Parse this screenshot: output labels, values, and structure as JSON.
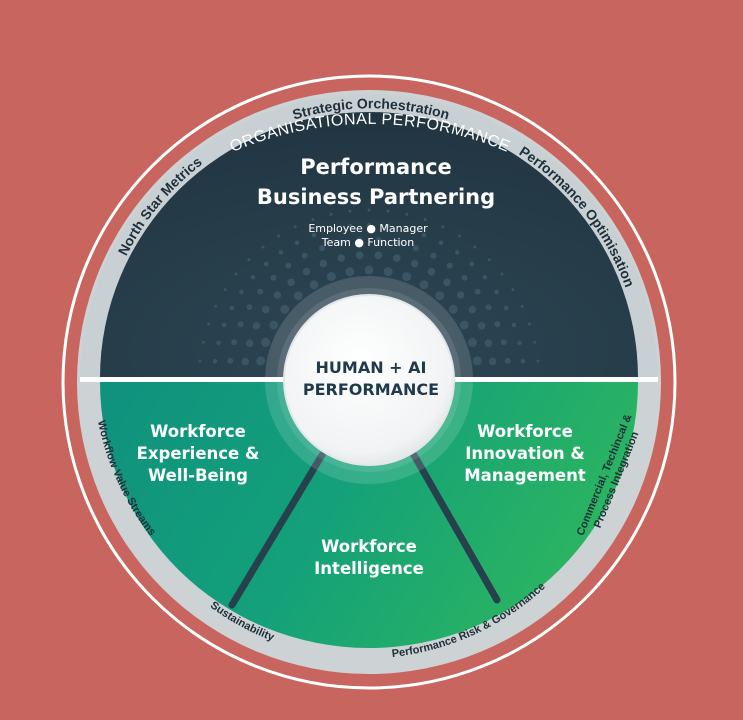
{
  "outer_label": "ORGANISATIONAL PERFORMANCE",
  "ring": {
    "top": "Strategic Orchestration",
    "upper_left": "North Star Metrics",
    "upper_right": "Performance Optimisation",
    "left": "Workflow Value Streams",
    "right_line1": "Commercial, Techincal &",
    "right_line2": "Process Integration",
    "lower_left": "Sustainability",
    "bottom": "Performance Risk & Governance"
  },
  "top_section": {
    "title_line1": "Performance",
    "title_line2": "Business Partnering",
    "sub_line1": "Employee  ●  Manager",
    "sub_line2": "Team  ●  Function"
  },
  "segments": {
    "left_line1": "Workforce",
    "left_line2": "Experience &",
    "left_line3": "Well-Being",
    "right_line1": "Workforce",
    "right_line2": "Innovation &",
    "right_line3": "Management",
    "bottom_line1": "Workforce",
    "bottom_line2": "Intelligence"
  },
  "core": {
    "line1": "HUMAN + AI",
    "line2": "PERFORMANCE"
  },
  "colors": {
    "background": "#c8655e",
    "ring": "#cdd3d5",
    "dark": "#253b48",
    "green_left": "#14957c",
    "green_right": "#22ac6a",
    "accent_line": "#27404d"
  }
}
